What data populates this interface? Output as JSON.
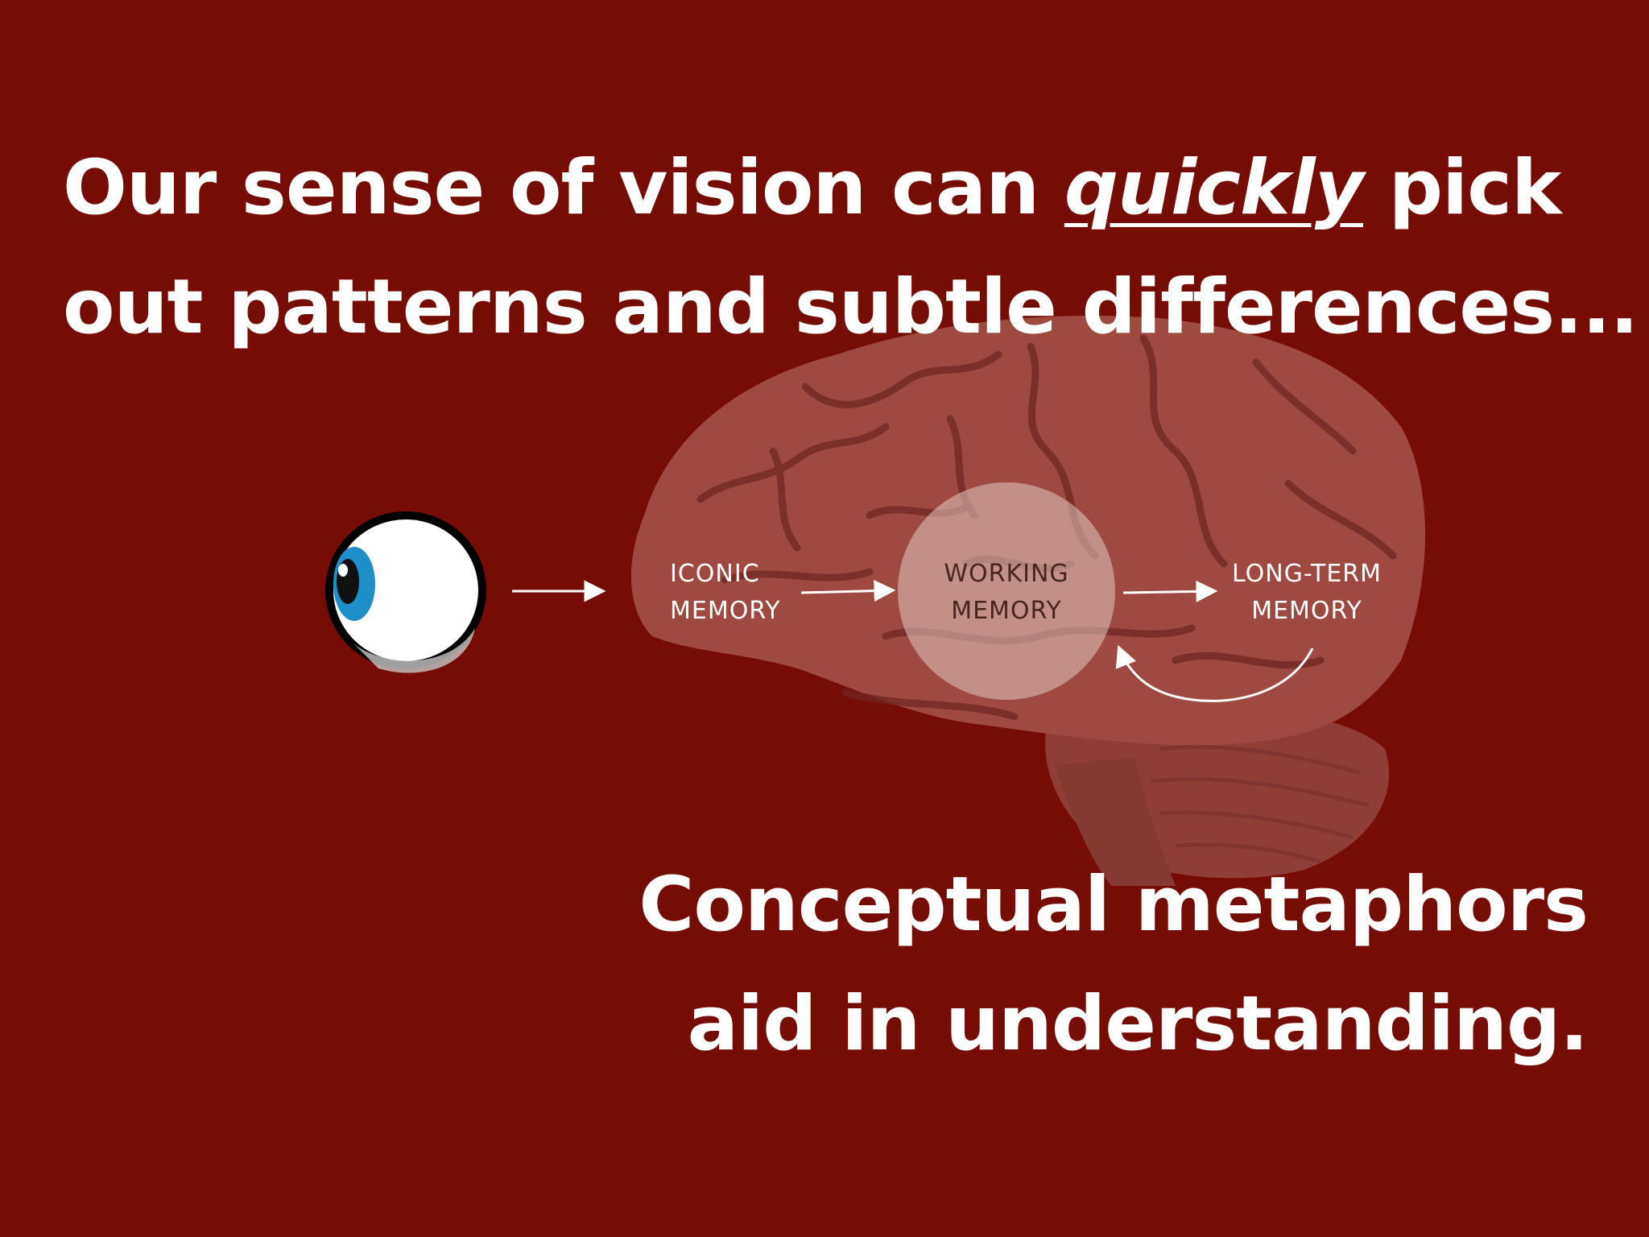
{
  "headline": {
    "line1_before": "Our sense of vision can ",
    "line1_emphasis": "quickly",
    "line1_after": " pick",
    "line2": "out patterns and subtle differences..."
  },
  "diagram": {
    "iconic_memory": [
      "ICONIC",
      "MEMORY"
    ],
    "working_memory": [
      "WORKING",
      "MEMORY"
    ],
    "long_term_memory": [
      "LONG-TERM",
      "MEMORY"
    ]
  },
  "conclusion": {
    "line1": "Conceptual metaphors",
    "line2": "aid in understanding."
  },
  "colors": {
    "background": "#760d04",
    "brain": "#9e4a40",
    "text": "#ffffff",
    "iris": "#1e8fc8"
  }
}
